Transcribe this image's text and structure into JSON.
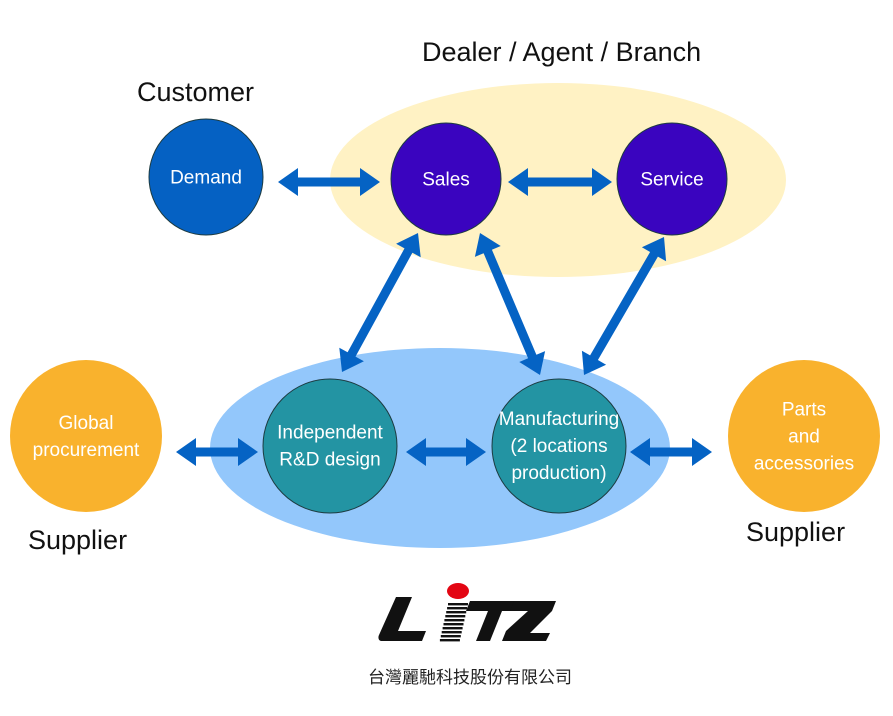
{
  "title": "LITZ business model diagram",
  "colors": {
    "dealer_region": "#fff2c4",
    "internal_region": "#93c7fb",
    "customer_node": "#0561c3",
    "dealer_node": "#3a04bf",
    "internal_node": "#2394a3",
    "supplier_node": "#f9b22d",
    "arrow": "#0563c4",
    "logo_dot": "#e30613",
    "logo_text": "#111111"
  },
  "groups": {
    "customer": "Customer",
    "dealer": "Dealer / Agent / Branch",
    "supplier_left": "Supplier",
    "supplier_right": "Supplier"
  },
  "nodes": {
    "demand": {
      "lines": [
        "Demand"
      ]
    },
    "sales": {
      "lines": [
        "Sales"
      ]
    },
    "service": {
      "lines": [
        "Service"
      ]
    },
    "rnd": {
      "lines": [
        "Independent",
        "R&D design"
      ]
    },
    "manufacturing": {
      "lines": [
        "Manufacturing",
        "(2 locations",
        "production)"
      ]
    },
    "global_procurement": {
      "lines": [
        "Global",
        "procurement"
      ]
    },
    "parts": {
      "lines": [
        "Parts",
        "and",
        "accessories"
      ]
    }
  },
  "connections": [
    {
      "from": "demand",
      "to": "sales",
      "type": "bidirectional"
    },
    {
      "from": "sales",
      "to": "service",
      "type": "bidirectional"
    },
    {
      "from": "sales",
      "to": "rnd",
      "type": "bidirectional"
    },
    {
      "from": "sales",
      "to": "manufacturing",
      "type": "bidirectional"
    },
    {
      "from": "service",
      "to": "manufacturing",
      "type": "bidirectional"
    },
    {
      "from": "global_procurement",
      "to": "rnd",
      "type": "bidirectional"
    },
    {
      "from": "rnd",
      "to": "manufacturing",
      "type": "bidirectional"
    },
    {
      "from": "manufacturing",
      "to": "parts",
      "type": "bidirectional"
    }
  ],
  "logo": {
    "brand": "LITZ",
    "company_name_zh": "台灣麗馳科技股份有限公司"
  }
}
